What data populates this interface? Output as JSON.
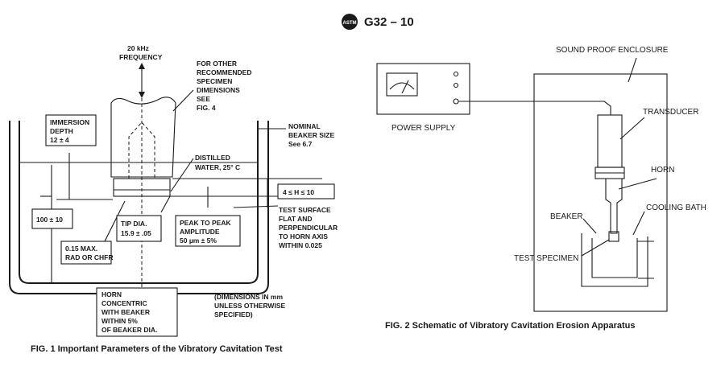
{
  "header": {
    "standard": "G32 – 10",
    "logo_text": "ASTM"
  },
  "fig1": {
    "caption": "FIG. 1 Important Parameters of the Vibratory Cavitation Test",
    "frequency": [
      "20 kHz",
      "FREQUENCY"
    ],
    "other_dims": [
      "FOR OTHER",
      "RECOMMENDED",
      "SPECIMEN",
      "DIMENSIONS",
      "SEE",
      "FIG. 4"
    ],
    "immersion": [
      "IMMERSION",
      "DEPTH",
      "12 ± 4"
    ],
    "beaker_size": [
      "NOMINAL",
      "BEAKER SIZE",
      "See 6.7"
    ],
    "water": [
      "DISTILLED",
      "WATER, 25° C"
    ],
    "h_range": "4 ≤ H ≤ 10",
    "depth_100": "100 ± 10",
    "tip": [
      "TIP DIA.",
      "15.9 ± .05"
    ],
    "amplitude": [
      "PEAK TO PEAK",
      "AMPLITUDE",
      "50 µm ± 5%"
    ],
    "test_surface": [
      "TEST SURFACE",
      "FLAT AND",
      "PERPENDICULAR",
      "TO HORN AXIS",
      "WITHIN 0.025"
    ],
    "radius": [
      "0.15  MAX.",
      "RAD OR CHFR"
    ],
    "concentric": [
      "HORN",
      "CONCENTRIC",
      "WITH BEAKER",
      "WITHIN 5%",
      "OF BEAKER DIA."
    ],
    "units_note": [
      "(DIMENSIONS IN mm",
      "UNLESS OTHERWISE",
      "SPECIFIED)"
    ]
  },
  "fig2": {
    "caption": "FIG. 2 Schematic of Vibratory Cavitation Erosion Apparatus",
    "enclosure": "SOUND PROOF ENCLOSURE",
    "power_supply": "POWER SUPPLY",
    "transducer": "TRANSDUCER",
    "horn": "HORN",
    "cooling_bath": "COOLING BATH",
    "beaker": "BEAKER",
    "specimen": "TEST SPECIMEN"
  }
}
